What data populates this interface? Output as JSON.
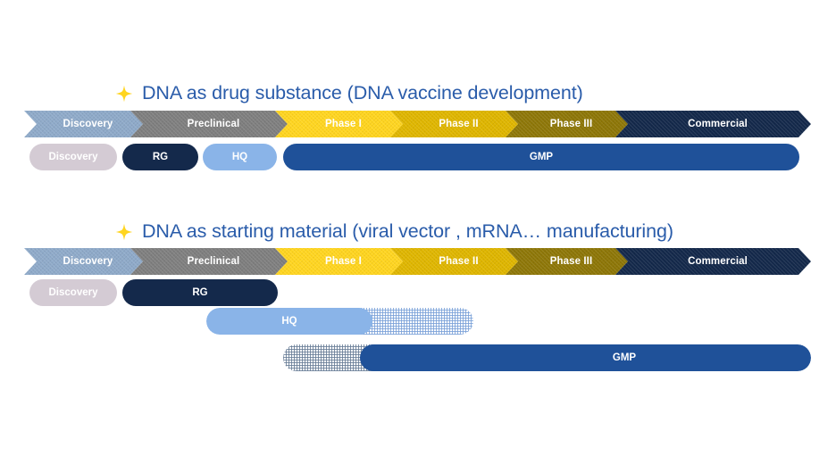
{
  "sections": [
    {
      "id": "drug-substance",
      "heading": "DNA as drug substance (DNA vaccine development)",
      "icon": "sparkle-icon",
      "icon_color": "#FFD520",
      "stages": [
        {
          "label": "Discovery",
          "color": "#8FAAC9"
        },
        {
          "label": "Preclinical",
          "color": "#7F7F7F"
        },
        {
          "label": "Phase I",
          "color": "#FFD520"
        },
        {
          "label": "Phase II",
          "color": "#DFB600"
        },
        {
          "label": "Phase III",
          "color": "#8E7708"
        },
        {
          "label": "Commercial",
          "color": "#14294B"
        }
      ],
      "bars": [
        {
          "label": "Discovery",
          "color": "#D4CBD4",
          "style": "solid"
        },
        {
          "label": "RG",
          "color": "#14294B",
          "style": "solid"
        },
        {
          "label": "HQ",
          "color": "#8AB4E8",
          "style": "solid"
        },
        {
          "label": "GMP",
          "color": "#1F5199",
          "style": "solid"
        }
      ]
    },
    {
      "id": "starting-material",
      "heading": "DNA as starting material (viral vector , mRNA… manufacturing)",
      "icon": "sparkle-icon",
      "icon_color": "#FFD520",
      "stages": [
        {
          "label": "Discovery",
          "color": "#8FAAC9"
        },
        {
          "label": "Preclinical",
          "color": "#7F7F7F"
        },
        {
          "label": "Phase I",
          "color": "#FFD520"
        },
        {
          "label": "Phase II",
          "color": "#DFB600"
        },
        {
          "label": "Phase III",
          "color": "#8E7708"
        },
        {
          "label": "Commercial",
          "color": "#14294B"
        }
      ],
      "bars": [
        {
          "label": "Discovery",
          "color": "#D4CBD4",
          "style": "solid"
        },
        {
          "label": "RG",
          "color": "#14294B",
          "style": "solid"
        },
        {
          "label": "HQ",
          "color": "#8AB4E8",
          "style": "fade-right"
        },
        {
          "label": "GMP",
          "color": "#1F5199",
          "style": "fade-left"
        }
      ]
    }
  ],
  "palette": {
    "heading_text": "#2A5CAA",
    "accent_yellow": "#FFD520",
    "navy": "#14294B",
    "blue": "#1F5199",
    "light_blue": "#8AB4E8",
    "steel_blue": "#8FAAC9",
    "grey": "#7F7F7F",
    "mauve": "#D4CBD4",
    "gold": "#DFB600",
    "olive": "#8E7708"
  }
}
